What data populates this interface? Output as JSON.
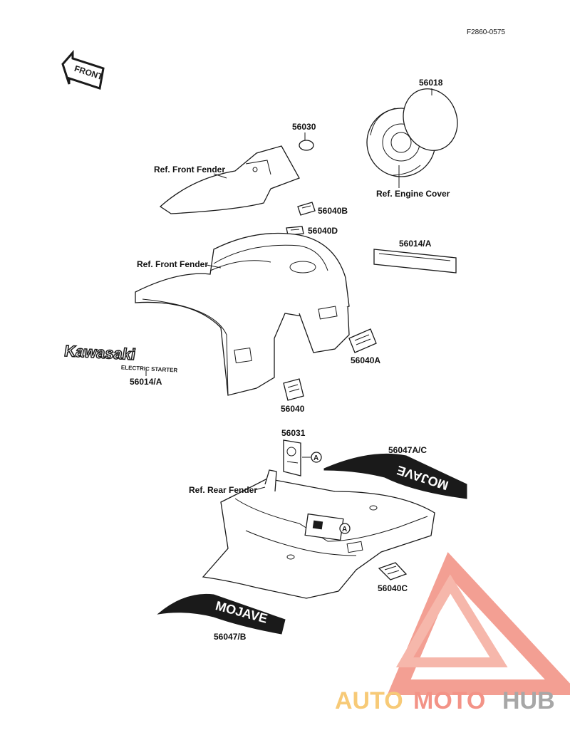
{
  "diagram_code": "F2860-0575",
  "front_arrow": "FRONT",
  "labels": {
    "p56018": "56018",
    "p56030": "56030",
    "ref_front_fender_top": "Ref. Front Fender",
    "ref_engine_cover": "Ref. Engine Cover",
    "p56040B": "56040B",
    "p56040D": "56040D",
    "p56014A_right": "56014/A",
    "ref_front_fender_main": "Ref. Front Fender",
    "p56014A_left": "56014/A",
    "p56040A": "56040A",
    "p56040": "56040",
    "p56031": "56031",
    "p56047AC": "56047A/C",
    "ref_rear_fender": "Ref. Rear Fender",
    "p56040C": "56040C",
    "p56047B": "56047/B",
    "callout_a1": "A",
    "callout_a2": "A"
  },
  "decals": {
    "kawasaki_text": "Kawasaki",
    "electric_starter_text": "ELECTRIC STARTER",
    "mojave_text": "MOJAVE"
  },
  "watermark": {
    "auto": "AUTO",
    "moto": "MOTO",
    "hub": "HUB",
    "color_auto": "#f5b94a",
    "color_moto": "#f07060",
    "color_hub": "#8a8a8a"
  }
}
